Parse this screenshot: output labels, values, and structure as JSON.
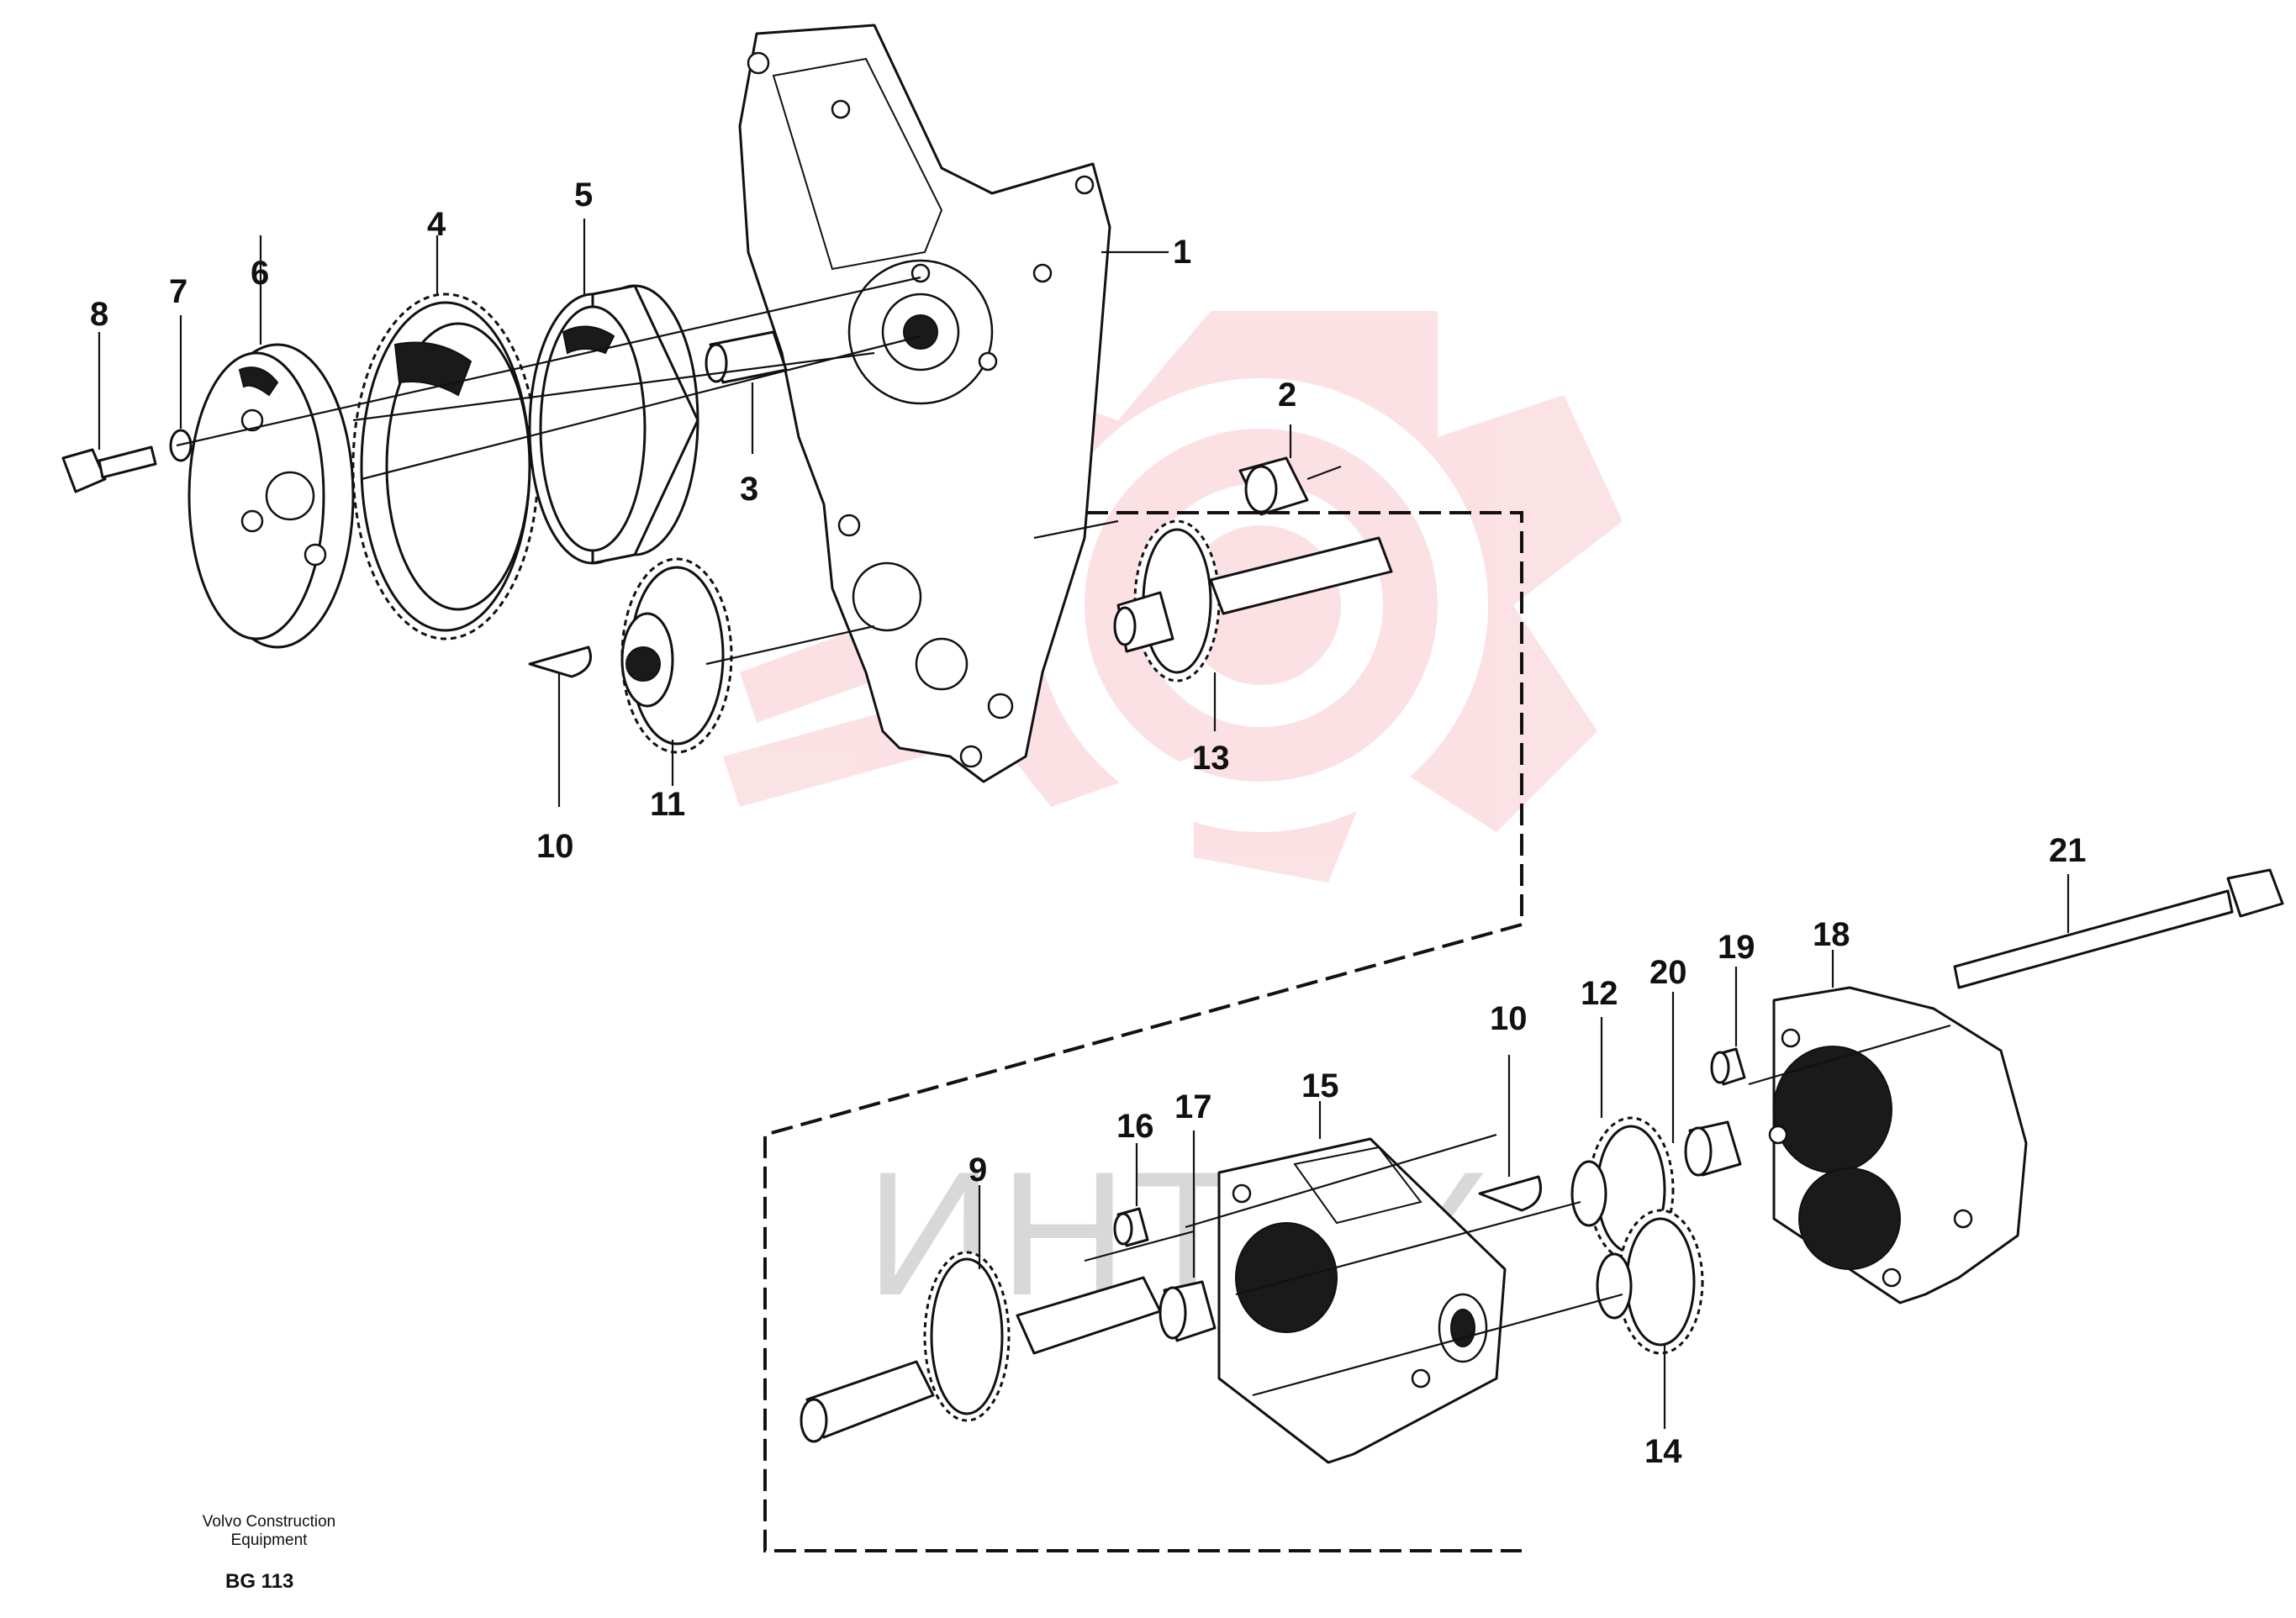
{
  "watermark": {
    "text": "ИНТЕХ",
    "color": "#e84a5f"
  },
  "callouts": [
    "1",
    "2",
    "3",
    "4",
    "5",
    "6",
    "7",
    "8",
    "9",
    "10",
    "11",
    "12",
    "13",
    "14",
    "15",
    "16",
    "17",
    "18",
    "19",
    "20",
    "21",
    "10"
  ],
  "caption": {
    "line1": "Volvo Construction",
    "line2": "Equipment",
    "code": "BG 113"
  }
}
